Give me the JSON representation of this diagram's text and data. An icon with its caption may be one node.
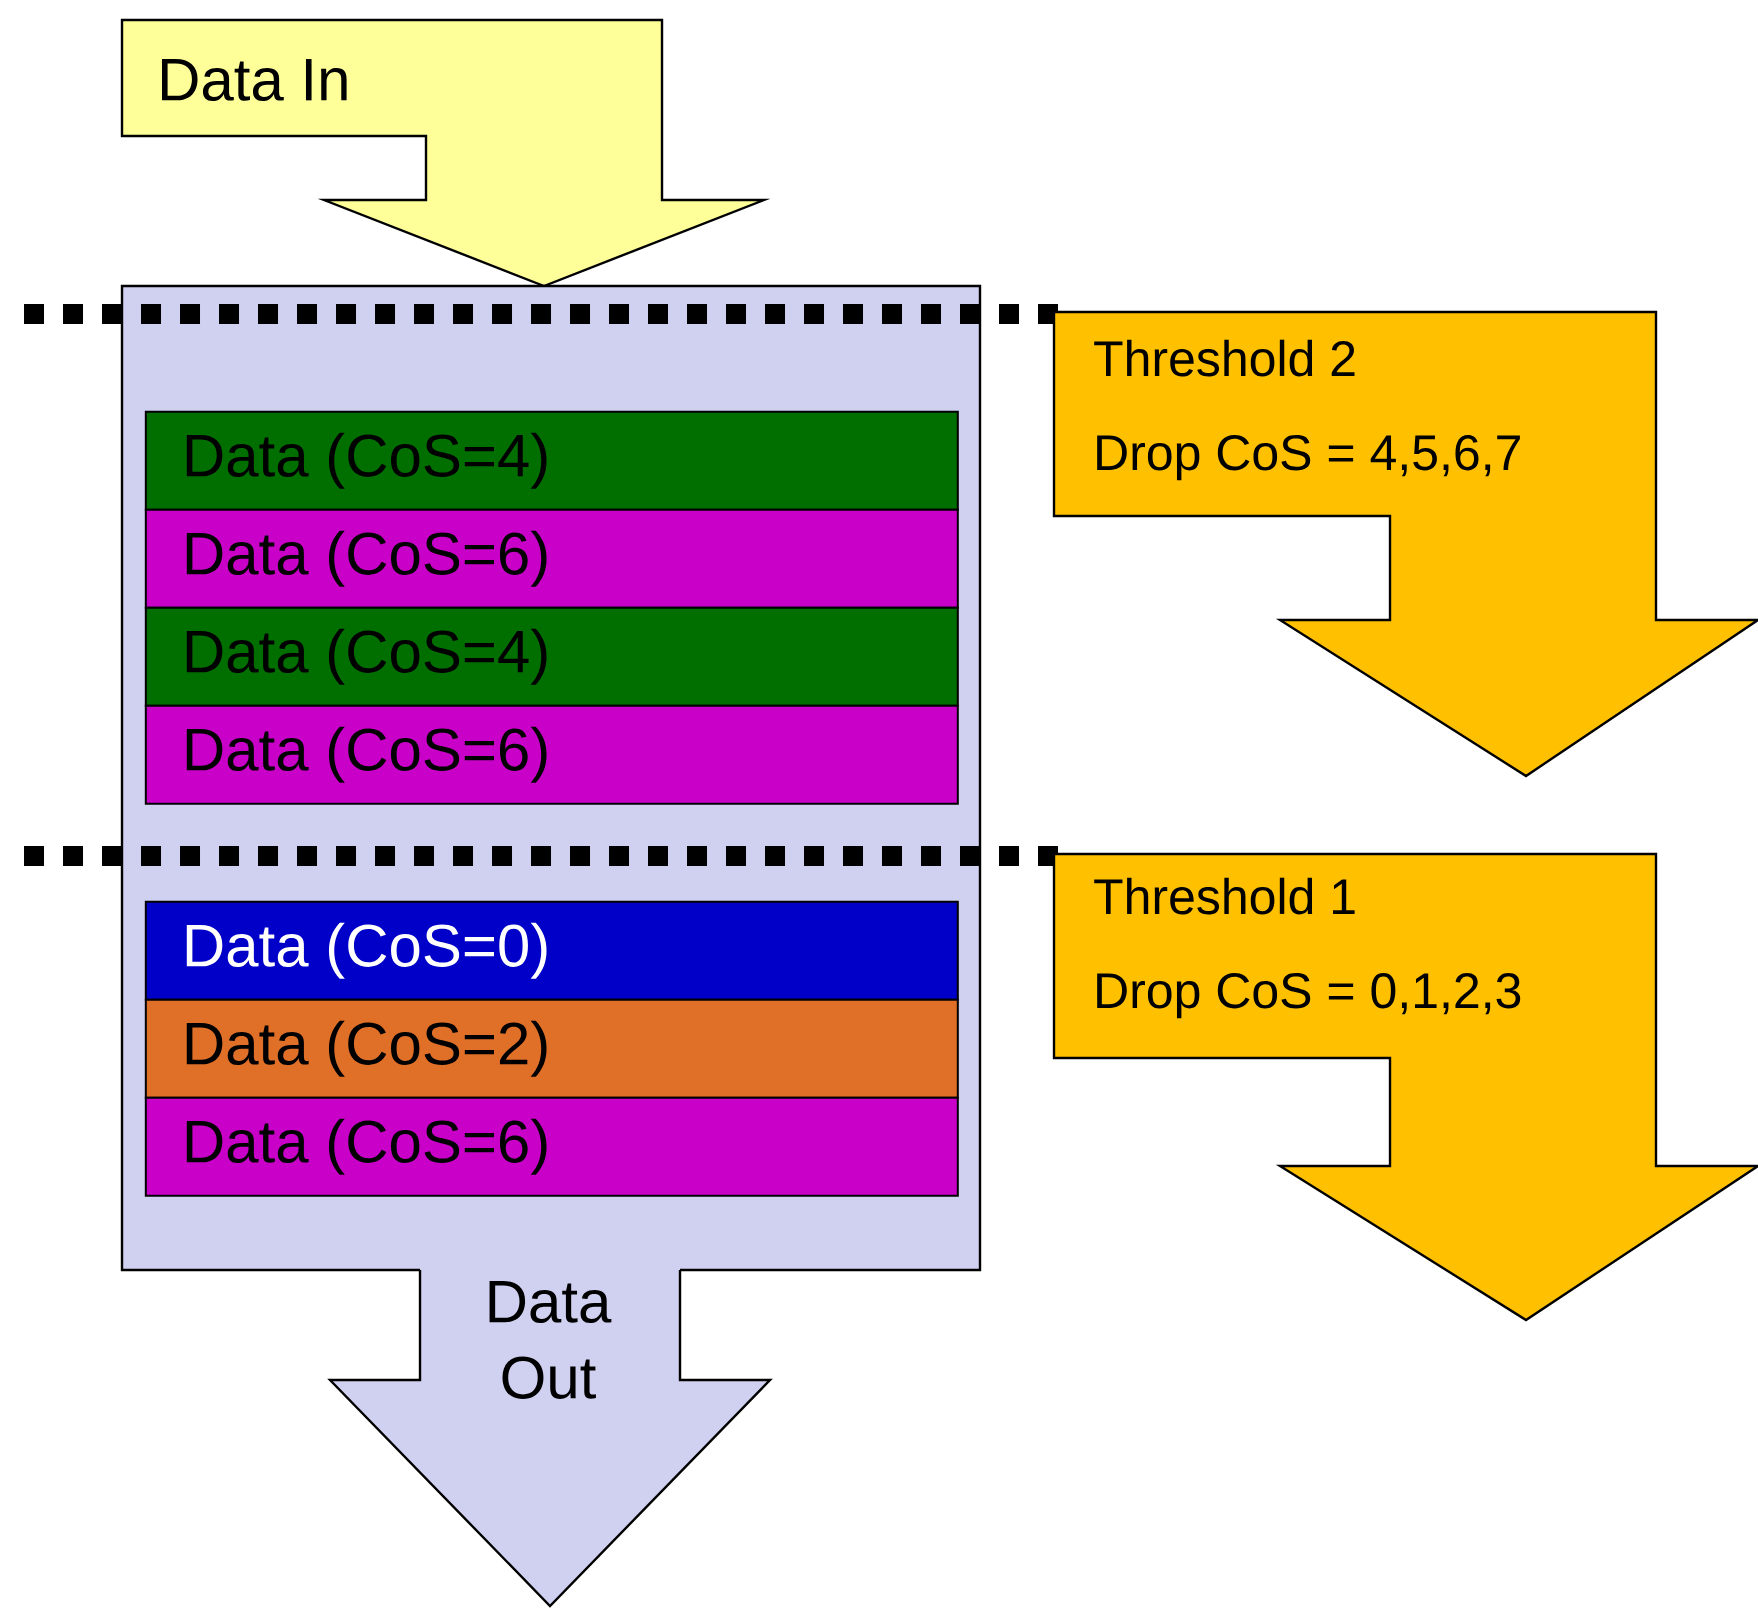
{
  "diagram": {
    "nodes": [
      {
        "text": [
          "Data In"
        ]
      },
      {
        "text": [],
        "shape": "box"
      },
      {
        "text": [
          "Data (CoS=4)"
        ],
        "in": 1
      },
      {
        "text": [
          "Data (CoS=6)"
        ],
        "in": 1
      },
      {
        "text": [
          "Data (CoS=4)"
        ],
        "in": 1
      },
      {
        "text": [
          "Data (CoS=6)"
        ],
        "in": 1
      },
      {
        "text": [
          "Data (CoS=0)"
        ],
        "in": 1
      },
      {
        "text": [
          "Data (CoS=2)"
        ],
        "in": 1
      },
      {
        "text": [
          "Data (CoS=6)"
        ],
        "in": 1
      },
      {
        "text": [
          "Data Out"
        ]
      },
      {
        "text": [
          "Threshold 2",
          "Drop CoS = 4,5,6,7"
        ]
      },
      {
        "text": [
          "Threshold 1",
          "Drop CoS = 0,1,2,3"
        ]
      }
    ]
  }
}
